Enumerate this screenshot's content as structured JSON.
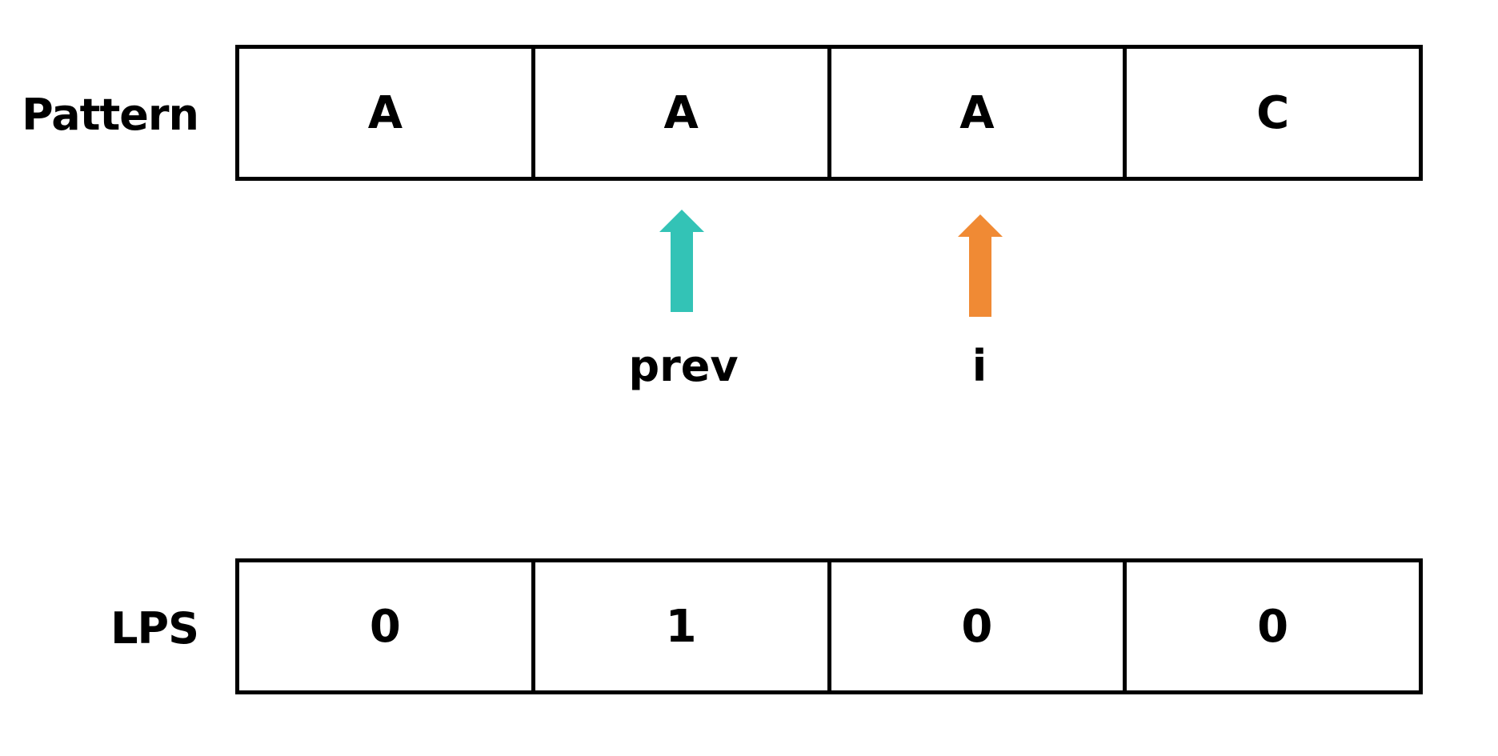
{
  "pattern_row": {
    "label": "Pattern",
    "cells": [
      "A",
      "A",
      "A",
      "C"
    ]
  },
  "lps_row": {
    "label": "LPS",
    "cells": [
      "0",
      "1",
      "0",
      "0"
    ]
  },
  "pointers": {
    "prev": {
      "label": "prev",
      "color": "#33c3b6",
      "index": 1
    },
    "i": {
      "label": "i",
      "color": "#f08a34",
      "index": 2
    }
  }
}
